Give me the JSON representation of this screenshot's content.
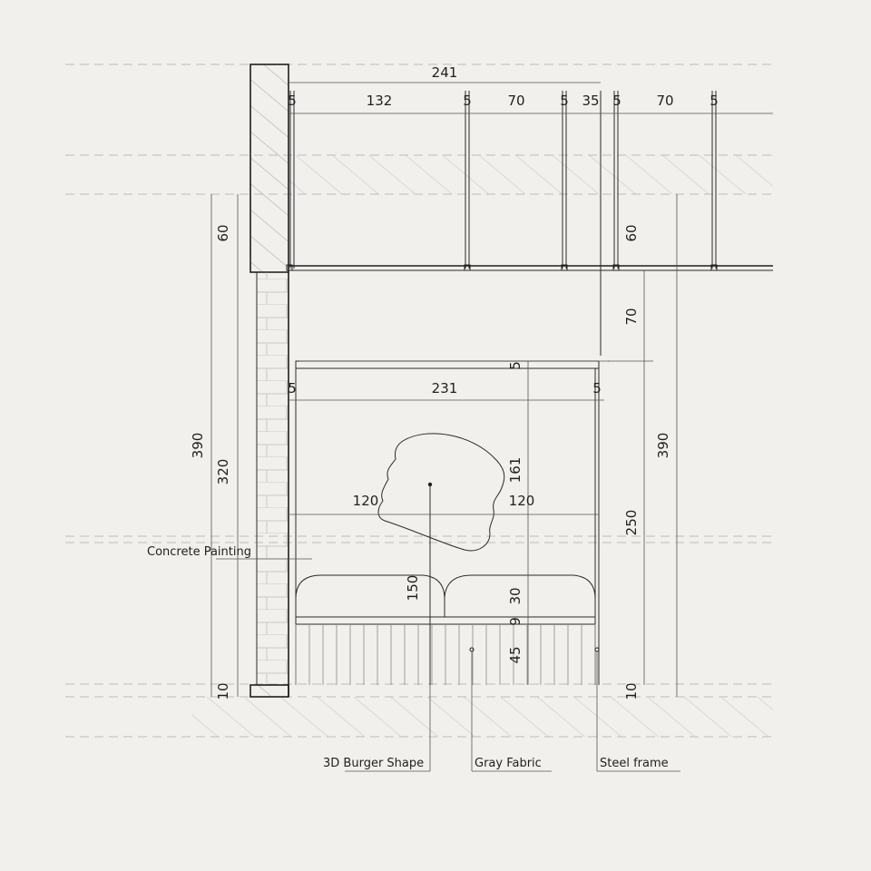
{
  "dimensions": {
    "top_total": "241",
    "top_segments": [
      "5",
      "132",
      "5",
      "70",
      "5",
      "35",
      "5",
      "70",
      "5"
    ],
    "left_upper": "60",
    "left_overall": "390",
    "left_mid": "320",
    "left_base": "10",
    "right_upper": "60",
    "right_gap": "70",
    "right_overall": "390",
    "right_mid": "250",
    "right_base": "10",
    "frame_width": "231",
    "frame_left": "5",
    "frame_right": "5",
    "frame_top": "5",
    "shape_height": "161",
    "shape_left": "120",
    "shape_right": "120",
    "shape_stand": "150",
    "cushion": "30",
    "seam": "9",
    "base_height": "45"
  },
  "labels": {
    "concrete": "Concrete Painting",
    "burger": "3D Burger Shape",
    "fabric": "Gray Fabric",
    "steel": "Steel frame"
  }
}
